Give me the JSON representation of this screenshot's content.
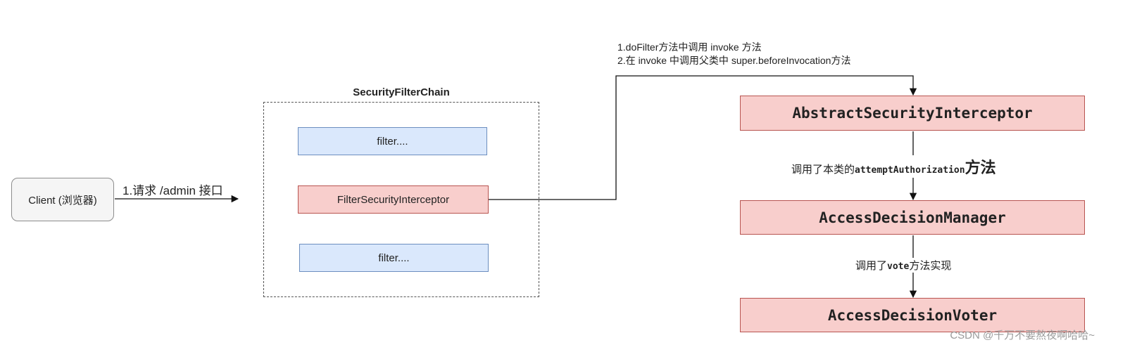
{
  "client": {
    "label": "Client (浏览器)"
  },
  "request_label": "1.请求 /admin 接口",
  "chain": {
    "title": "SecurityFilterChain",
    "filters": [
      "filter....",
      "FilterSecurityInterceptor",
      "filter...."
    ]
  },
  "note": {
    "line1": "1.doFilter方法中调用 invoke 方法",
    "line2": "2.在 invoke 中调用父类中 super.beforeInvocation方法"
  },
  "right_boxes": {
    "interceptor": "AbstractSecurityInterceptor",
    "manager": "AccessDecisionManager",
    "voter": "AccessDecisionVoter"
  },
  "edge_labels": {
    "attempt": {
      "prefix": "调用了本类的",
      "code": "attemptAuthorization",
      "suffix": "方法"
    },
    "vote": {
      "prefix": "调用了",
      "code": "vote",
      "suffix": "方法实现"
    }
  },
  "colors": {
    "blue_fill": "#dae8fc",
    "blue_stroke": "#6c8ebf",
    "pink_fill": "#f8cecc",
    "pink_stroke": "#b85450"
  },
  "watermark": "CSDN @千万不要熬夜啊哈哈~"
}
